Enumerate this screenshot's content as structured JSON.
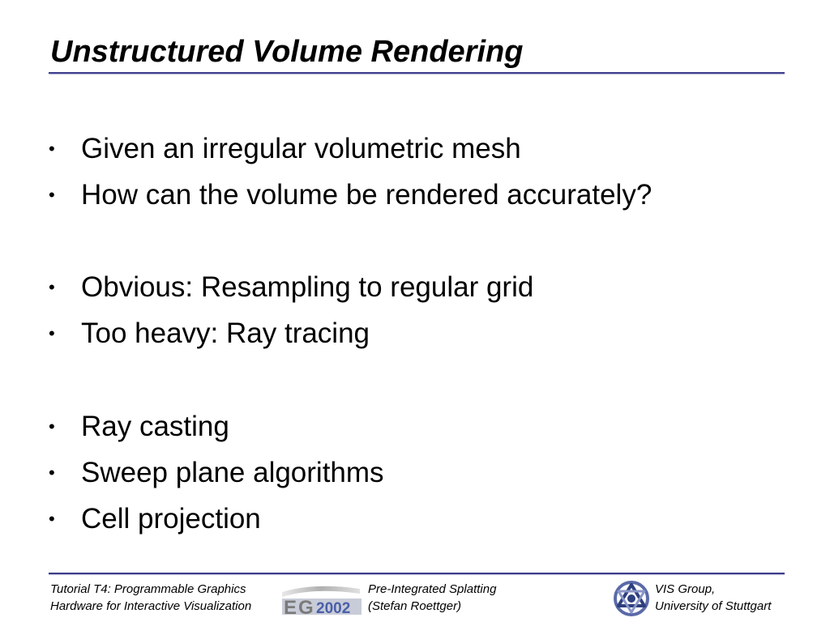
{
  "slide": {
    "title": "Unstructured Volume Rendering",
    "bullet_glyph": "•",
    "bullets": [
      "Given an irregular volumetric mesh",
      "How can the volume be rendered accurately?",
      "Obvious: Resampling to regular grid",
      "Too heavy: Ray tracing",
      "Ray casting",
      "Sweep plane algorithms",
      "Cell projection"
    ]
  },
  "footer": {
    "left_line1": "Tutorial T4: Programmable Graphics",
    "left_line2": "Hardware for Interactive Visualization",
    "middle_line1": "Pre-Integrated Splatting",
    "middle_line2": "(Stefan Roettger)",
    "right_line1": "VIS Group,",
    "right_line2": "University of Stuttgart",
    "eg_logo_text": "2002"
  },
  "colors": {
    "rule": "#3c3c8c",
    "logo_blue": "#4a5fa8",
    "logo_gray": "#9a9a9a"
  }
}
